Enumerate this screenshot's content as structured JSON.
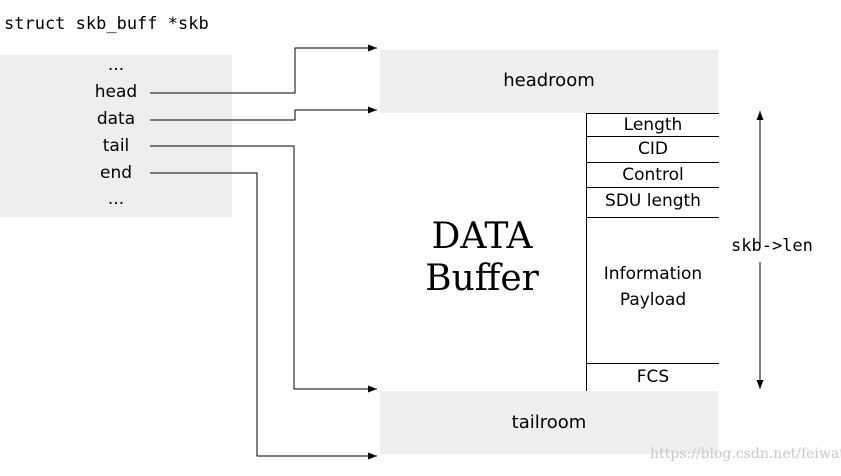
{
  "struct_title": "struct skb_buff *skb",
  "struct_fields": [
    "...",
    "head",
    "data",
    "tail",
    "end",
    "..."
  ],
  "regions": {
    "headroom": "headroom",
    "tailroom": "tailroom"
  },
  "data_buffer": {
    "line1": "DATA",
    "line2": "Buffer"
  },
  "packet_fields": {
    "length": "Length",
    "cid": "CID",
    "control": "Control",
    "sdu_length": "SDU length",
    "info_line1": "Information",
    "info_line2": "Payload",
    "fcs": "FCS"
  },
  "len_label": "skb->len",
  "watermark": "https://blog.csdn.net/feiwatson"
}
